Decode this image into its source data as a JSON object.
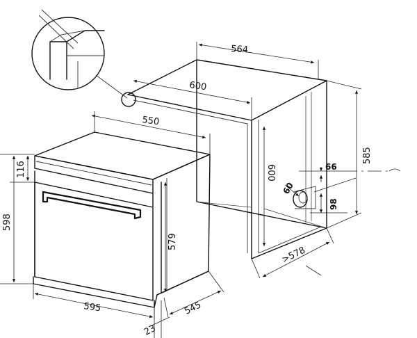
{
  "dimensions": {
    "cabinet_width": "564",
    "cabinet_outer_width": "600",
    "oven_top_depth": "550",
    "cabinet_height": "585",
    "cabinet_inner_height": "600",
    "vent_width": "66",
    "duct_diameter": "60",
    "duct_height": "98",
    "cabinet_depth": ">578",
    "panel_height": "116",
    "oven_height": "598",
    "oven_body_height": "579",
    "oven_width": "595",
    "oven_depth": "545",
    "front_thickness": "23"
  },
  "colors": {
    "line": "#111111",
    "background": "#ffffff"
  }
}
